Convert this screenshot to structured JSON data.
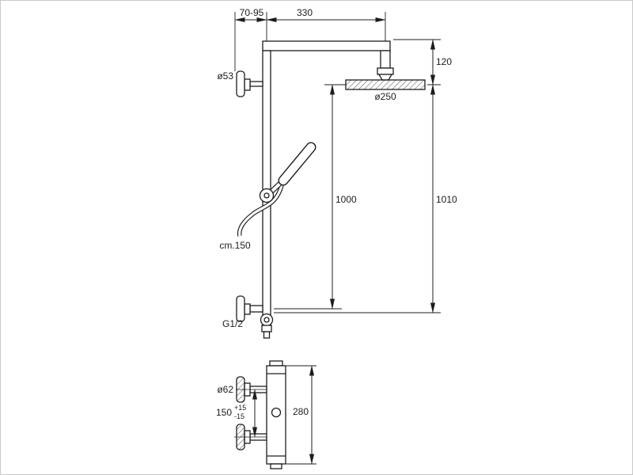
{
  "page": {
    "background": "#ffffff",
    "line_color": "#1d1d1d",
    "border_color": "#c9c9c9"
  },
  "diagram": {
    "top_drawing": {
      "wall_offset": "70-95",
      "arm_length": "330",
      "head_drop": "120",
      "head_diameter": "ø250",
      "bracket_diameter": "ø53",
      "hose_length": "cm.150",
      "riser_height": "1000",
      "overall_height": "1010",
      "outlet_thread": "G1/2"
    },
    "bottom_drawing": {
      "rosette_diameter": "ø62",
      "supply_distance": "150",
      "supply_tolerance_plus": "+15",
      "supply_tolerance_minus": "-15",
      "body_height": "280"
    }
  }
}
